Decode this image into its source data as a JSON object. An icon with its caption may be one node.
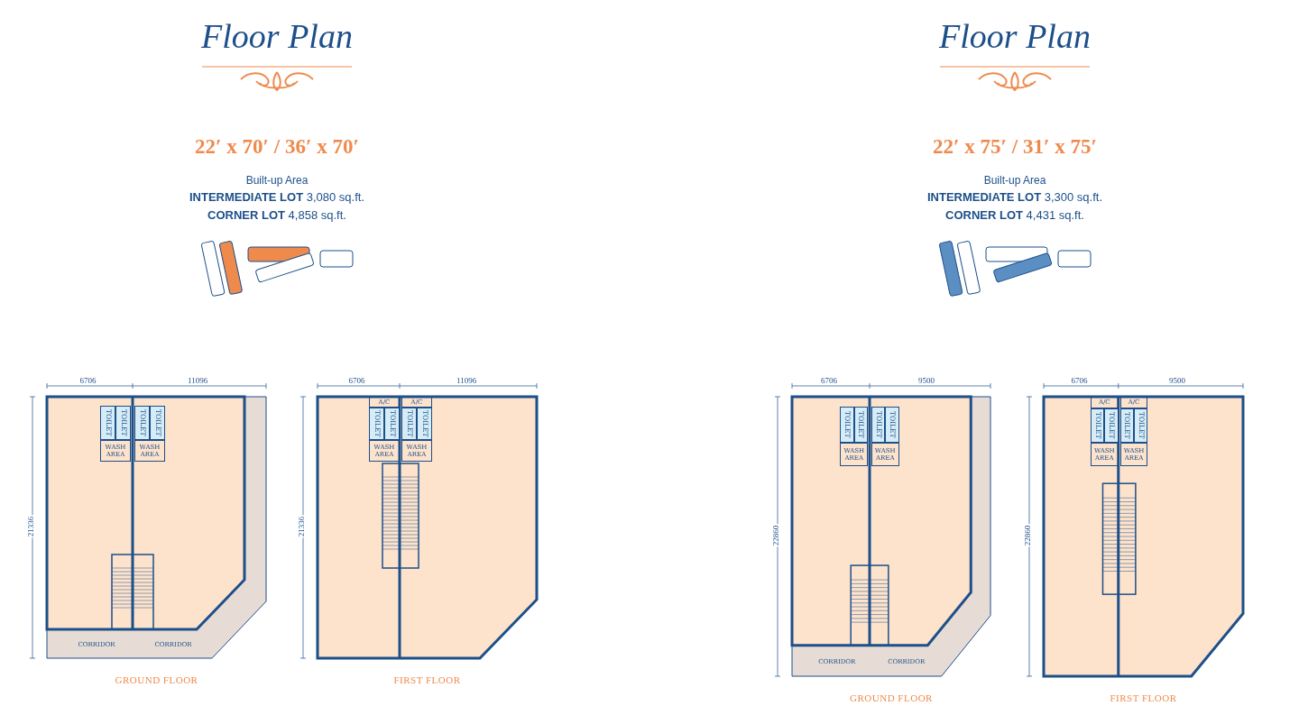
{
  "diagram": {
    "nodes": [
      {
        "text": [
          "GROUND FLOOR"
        ]
      },
      {
        "text": [
          "TOILET"
        ],
        "in": 0
      },
      {
        "text": [
          "TOILET"
        ],
        "in": 0
      },
      {
        "text": [
          "TOILET"
        ],
        "in": 0
      },
      {
        "text": [
          "TOILET"
        ],
        "in": 0
      },
      {
        "text": [
          "WASH AREA"
        ],
        "in": 0
      },
      {
        "text": [
          "WASH AREA"
        ],
        "in": 0
      },
      {
        "text": [
          "CORRIDOR"
        ],
        "in": 0
      },
      {
        "text": [
          "CORRIDOR"
        ],
        "in": 0
      },
      {
        "text": [
          "FIRST FLOOR"
        ]
      },
      {
        "text": [
          "A/C"
        ],
        "in": 9
      },
      {
        "text": [
          "A/C"
        ],
        "in": 9
      },
      {
        "text": [
          "TOILET"
        ],
        "in": 9
      },
      {
        "text": [
          "TOILET"
        ],
        "in": 9
      },
      {
        "text": [
          "TOILET"
        ],
        "in": 9
      },
      {
        "text": [
          "TOILET"
        ],
        "in": 9
      },
      {
        "text": [
          "WASH AREA"
        ],
        "in": 9
      },
      {
        "text": [
          "WASH AREA"
        ],
        "in": 9
      },
      {
        "text": [
          "GROUND FLOOR"
        ]
      },
      {
        "text": [
          "TOILET"
        ],
        "in": 18
      },
      {
        "text": [
          "TOILET"
        ],
        "in": 18
      },
      {
        "text": [
          "TOILET"
        ],
        "in": 18
      },
      {
        "text": [
          "TOILET"
        ],
        "in": 18
      },
      {
        "text": [
          "WASH AREA"
        ],
        "in": 18
      },
      {
        "text": [
          "WASH AREA"
        ],
        "in": 18
      },
      {
        "text": [
          "CORRIDOR"
        ],
        "in": 18
      },
      {
        "text": [
          "CORRIDOR"
        ],
        "in": 18
      },
      {
        "text": [
          "FIRST FLOOR"
        ]
      },
      {
        "text": [
          "A/C"
        ],
        "in": 27
      },
      {
        "text": [
          "A/C"
        ],
        "in": 27
      },
      {
        "text": [
          "TOILET"
        ],
        "in": 27
      },
      {
        "text": [
          "TOILET"
        ],
        "in": 27
      },
      {
        "text": [
          "TOILET"
        ],
        "in": 27
      },
      {
        "text": [
          "TOILET"
        ],
        "in": 27
      },
      {
        "text": [
          "WASH AREA"
        ],
        "in": 27
      },
      {
        "text": [
          "WASH AREA"
        ],
        "in": 27
      }
    ],
    "labels": [
      "Floor Plan",
      "22′ x 70′ / 36′ x 70′",
      "Built-up Area",
      "**INTERMEDIATE LOT** 3,080 sq.ft.",
      "**CORNER LOT** 4,858 sq.ft.",
      "6706",
      "11096",
      "21336",
      "6706",
      "11096",
      "21336",
      "Floor Plan",
      "22′ x 75′ / 31′ x 75′",
      "Built-up Area",
      "**INTERMEDIATE LOT** 3,300 sq.ft.",
      "**CORNER LOT** 4,431 sq.ft.",
      "6706",
      "9500",
      "22860",
      "6706",
      "9500",
      "22860"
    ]
  }
}
